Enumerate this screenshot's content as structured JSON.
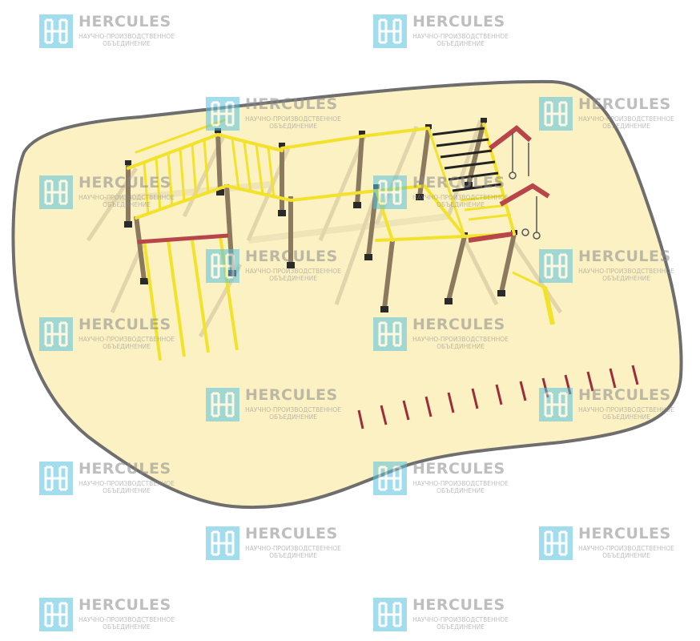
{
  "watermark": {
    "brand": "HERCULES",
    "line1": "НАУЧНО-ПРОИЗВОДСТВЕННОЕ",
    "line2": "ОБЪЕДИНЕНИЕ",
    "logo_icon": "hercules-h-logo-icon",
    "color": "#55c2e0"
  },
  "colors": {
    "ground": "#fcf1c2",
    "ground_border": "#6e6e6e",
    "yellow": "#f2e22a",
    "post": "#8c7a5e",
    "red": "#b8454a",
    "black_bar": "#222222",
    "shadow": "#d6c9a0"
  }
}
